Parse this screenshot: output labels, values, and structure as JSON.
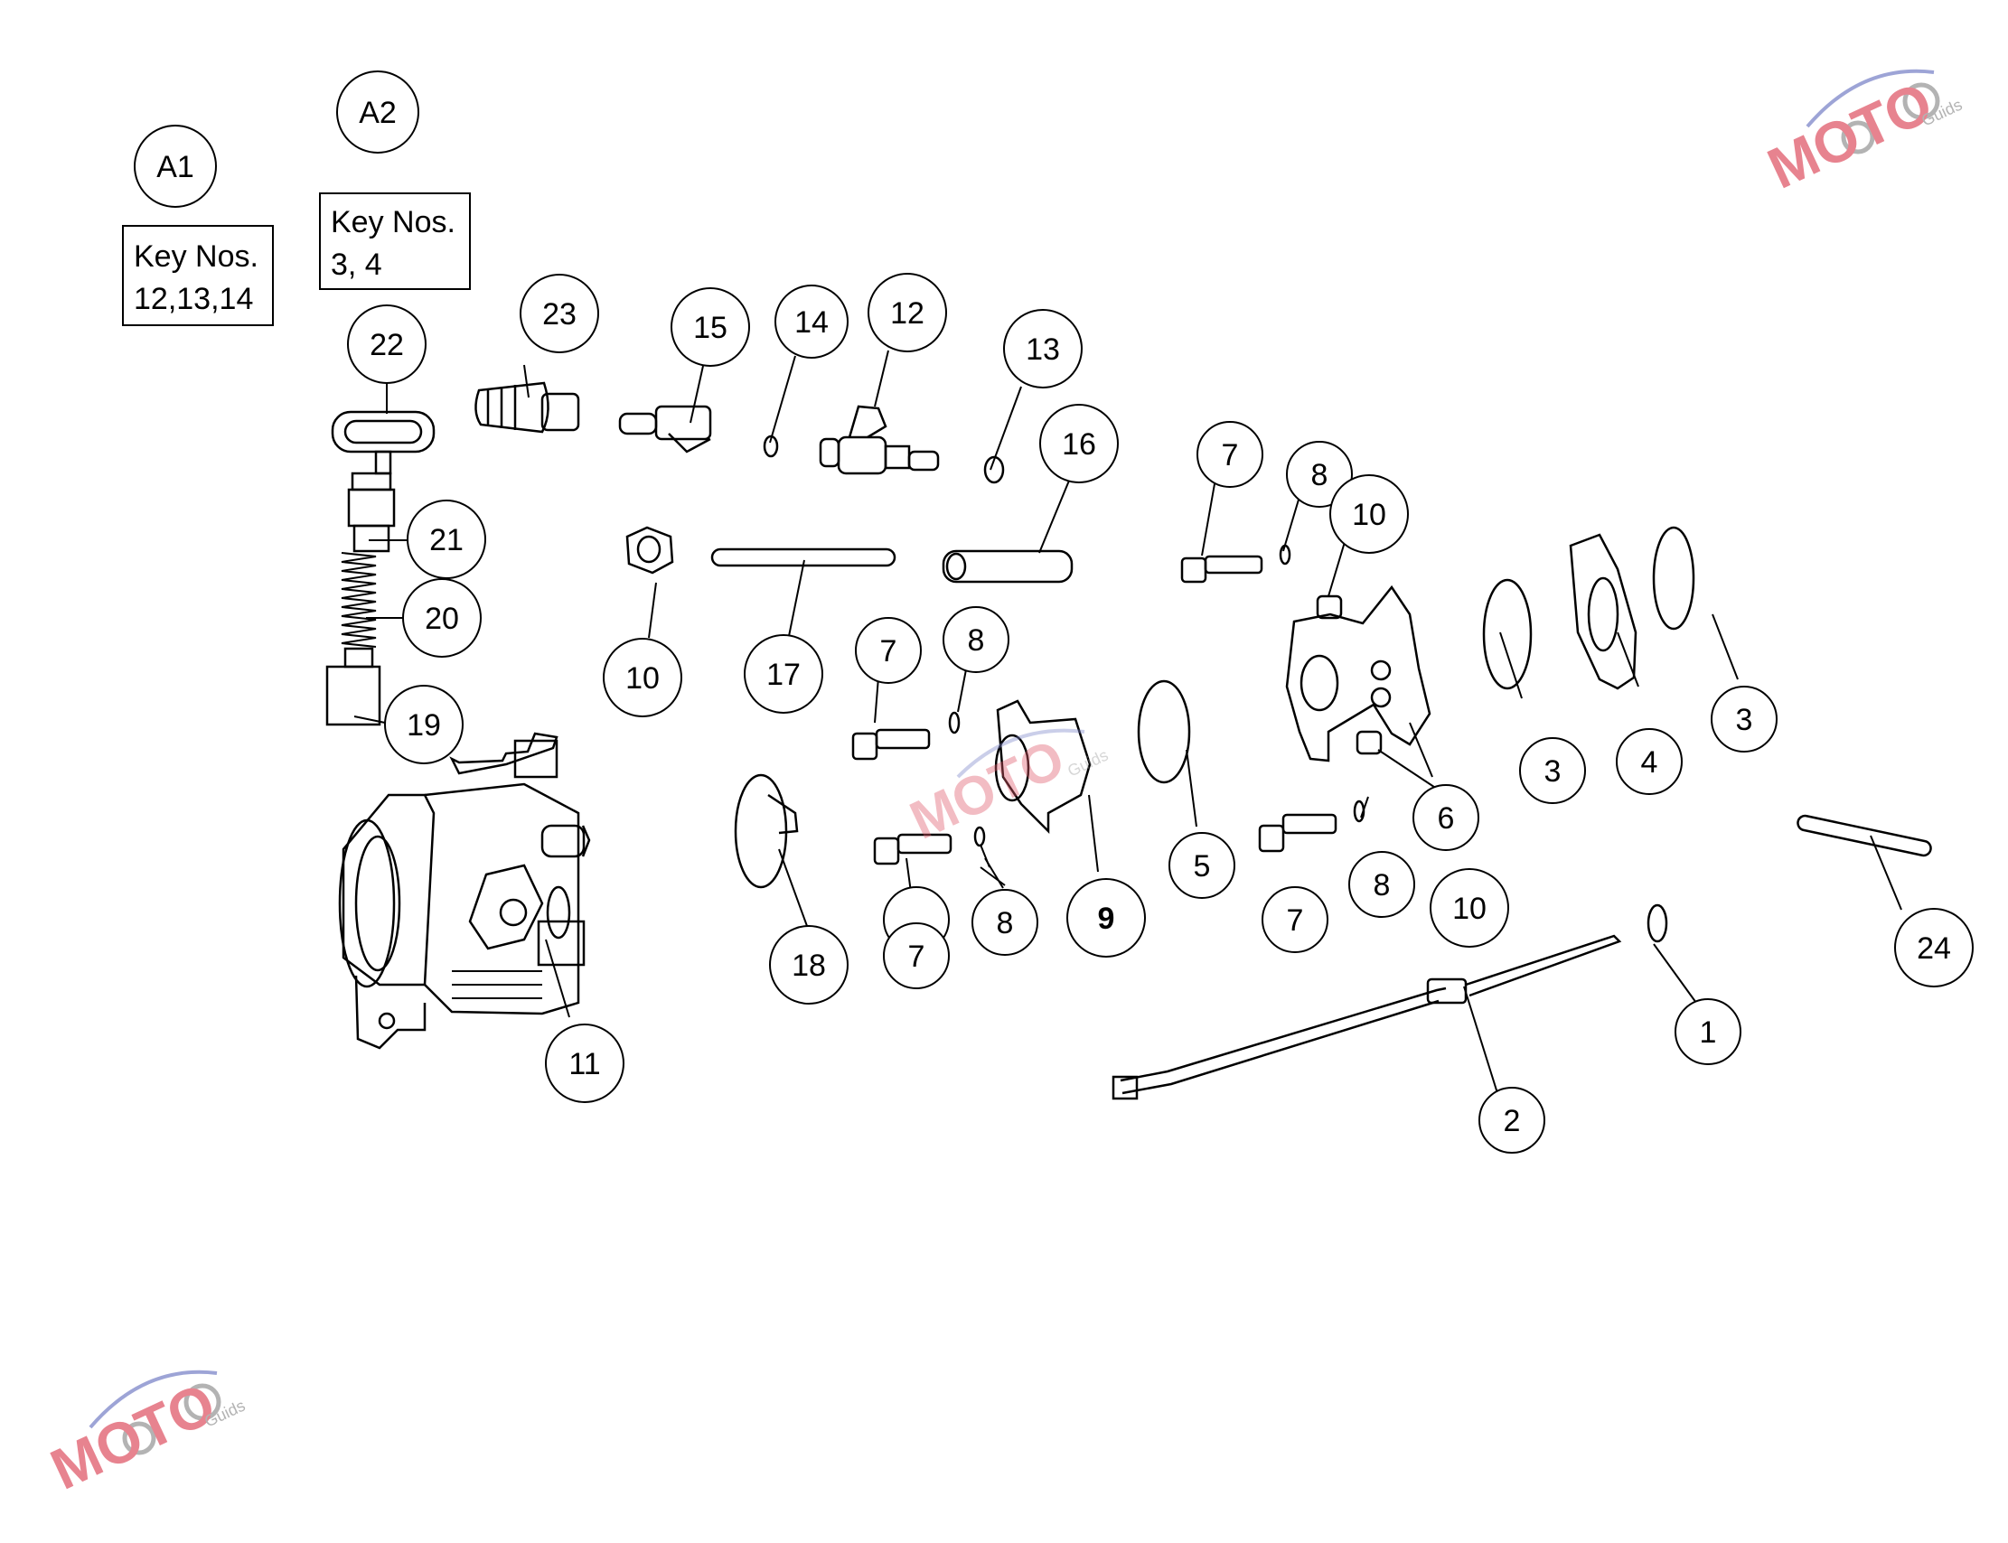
{
  "callouts": [
    {
      "label": "A1"
    },
    {
      "label": "A2"
    },
    {
      "label": "22"
    },
    {
      "label": "23"
    },
    {
      "label": "15"
    },
    {
      "label": "14"
    },
    {
      "label": "12"
    },
    {
      "label": "13"
    },
    {
      "label": "16"
    },
    {
      "label": "7"
    },
    {
      "label": "8"
    },
    {
      "label": "10"
    },
    {
      "label": "21"
    },
    {
      "label": "20"
    },
    {
      "label": "19"
    },
    {
      "label": "10"
    },
    {
      "label": "17"
    },
    {
      "label": "7"
    },
    {
      "label": "8"
    },
    {
      "label": "3"
    },
    {
      "label": "4"
    },
    {
      "label": "3"
    },
    {
      "label": "6"
    },
    {
      "label": "5"
    },
    {
      "label": "9",
      "bold": true
    },
    {
      "label": "8"
    },
    {
      "label": "7"
    },
    {
      "label": "18"
    },
    {
      "label": "7"
    },
    {
      "label": "8"
    },
    {
      "label": "10"
    },
    {
      "label": "24"
    },
    {
      "label": "1"
    },
    {
      "label": "11"
    },
    {
      "label": "2"
    }
  ],
  "key_boxes": [
    {
      "line1": "Key Nos.",
      "line2": "12,13,14"
    },
    {
      "line1": "Key Nos.",
      "line2": "3, 4"
    }
  ],
  "watermark": {
    "logo_text": "MOTO",
    "sub_text": "Guids",
    "color_logo": "#e05a6a",
    "color_swoosh": "#7d86c9",
    "color_gear": "#9a9a9a"
  },
  "colors": {
    "line": "#000000",
    "background": "#ffffff"
  }
}
